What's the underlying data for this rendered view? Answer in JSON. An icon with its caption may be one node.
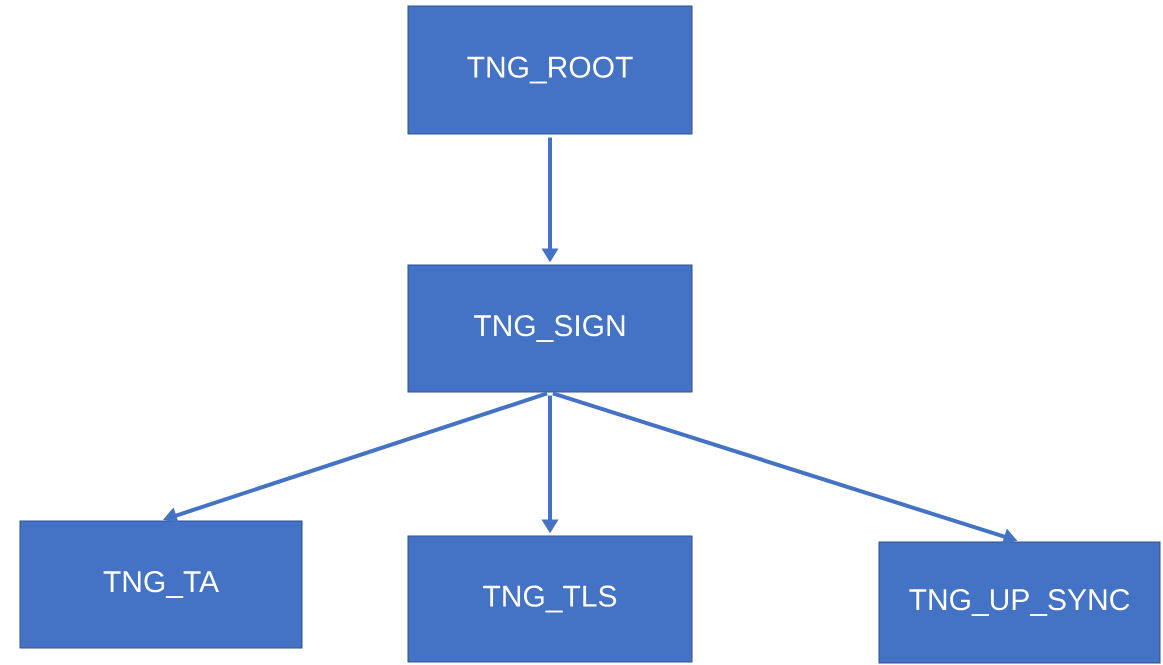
{
  "diagram": {
    "nodes": [
      {
        "text": [
          "TNG_ROOT"
        ]
      },
      {
        "text": [
          "TNG_SIGN"
        ]
      },
      {
        "text": [
          "TNG_TA"
        ]
      },
      {
        "text": [
          "TNG_TLS"
        ]
      },
      {
        "text": [
          "TNG_UP_SYNC"
        ]
      }
    ],
    "edges": [
      {
        "from": 0,
        "to": 1,
        "arrow": "to"
      },
      {
        "from": 1,
        "to": 2,
        "arrow": "to"
      },
      {
        "from": 1,
        "to": 3,
        "arrow": "to"
      },
      {
        "from": 1,
        "to": 4,
        "arrow": "to"
      }
    ]
  }
}
